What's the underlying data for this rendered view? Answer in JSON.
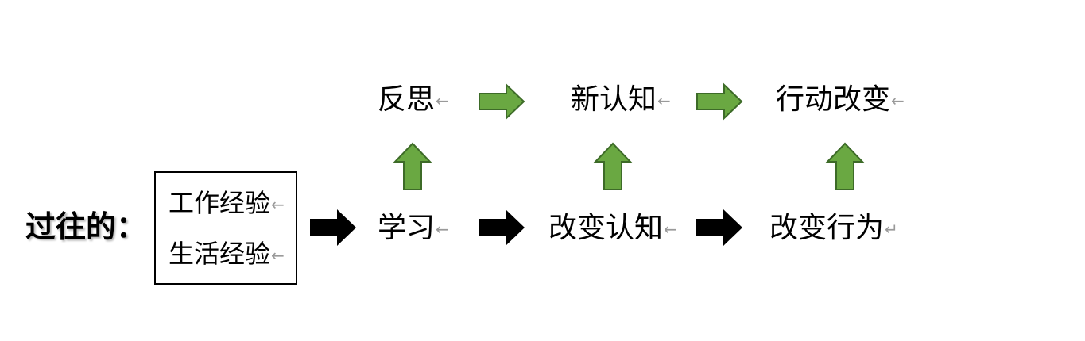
{
  "colors": {
    "green_fill": "#6aa842",
    "green_stroke": "#3d6b28",
    "black_arrow": "#000000",
    "mark_gray": "#9a9a9a"
  },
  "mark": "←",
  "mark_return": "↵",
  "title": "过往的：",
  "experience_box": {
    "work": "工作经验",
    "life": "生活经验"
  },
  "bottom_row": {
    "learn": "学习",
    "change_cognition": "改变认知",
    "change_behavior": "改变行为"
  },
  "top_row": {
    "reflect": "反思",
    "new_cognition": "新认知",
    "action_change": "行动改变"
  }
}
